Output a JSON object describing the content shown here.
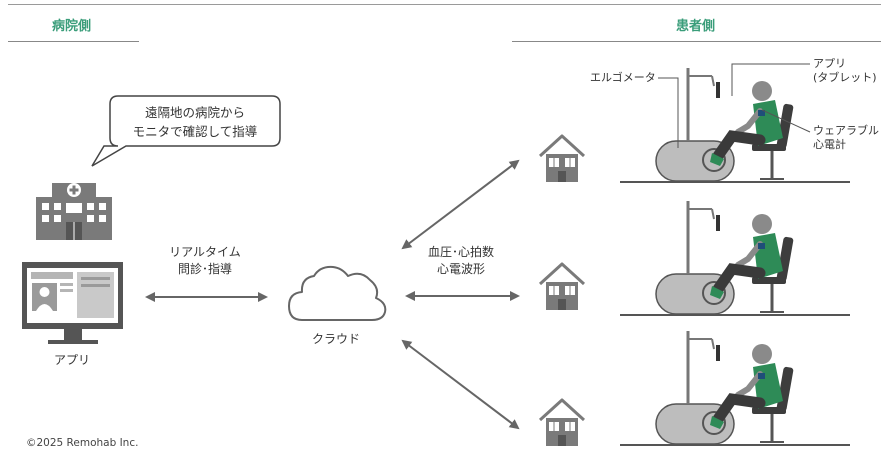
{
  "header": {
    "hospital_side": "病院側",
    "patient_side": "患者側"
  },
  "speech_bubble": {
    "line1": "遠隔地の病院から",
    "line2": "モニタで確認して指導"
  },
  "labels": {
    "app": "アプリ",
    "realtime_line1": "リアルタイム",
    "realtime_line2": "問診･指導",
    "cloud": "クラウド",
    "vitals_line1": "血圧･心拍数",
    "vitals_line2": "心電波形",
    "ergometer": "エルゴメータ",
    "tablet_line1": "アプリ",
    "tablet_line2": "(タブレット)",
    "wearable_line1": "ウェアラブル",
    "wearable_line2": "心電計"
  },
  "footer": {
    "copyright": "©2025 Remohab Inc."
  },
  "colors": {
    "accent": "#3a9d7a",
    "icon_gray": "#808080",
    "arrow_gray": "#666666",
    "patient_shirt": "#2e8b57"
  }
}
